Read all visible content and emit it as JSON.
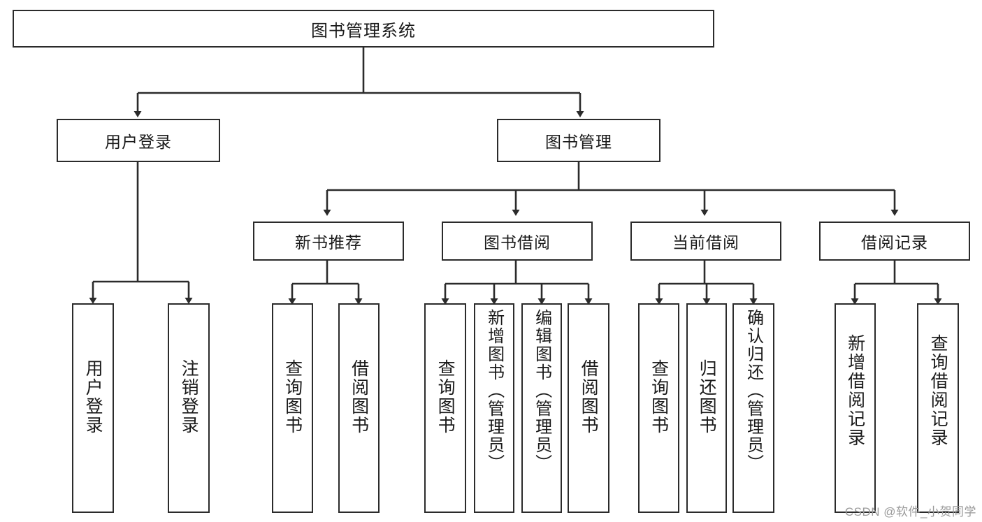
{
  "diagram": {
    "type": "tree-hierarchy",
    "title": "图书管理系统",
    "watermark": "CSDN @软件_小贺同学",
    "colors": {
      "box_border": "#2b2b2b",
      "box_fill": "#ffffff",
      "connector": "#2b2b2b",
      "text": "#1a1a1a",
      "watermark": "#9a9a9a",
      "background": "#ffffff"
    },
    "root": {
      "label": "图书管理系统"
    },
    "level2": [
      {
        "label": "用户登录"
      },
      {
        "label": "图书管理"
      }
    ],
    "level3": [
      {
        "label": "新书推荐"
      },
      {
        "label": "图书借阅"
      },
      {
        "label": "当前借阅"
      },
      {
        "label": "借阅记录"
      }
    ],
    "leaves": {
      "user_login": [
        {
          "label": "用户登录"
        },
        {
          "label": "注销登录"
        }
      ],
      "new_book_recommend": [
        {
          "label": "查询图书"
        },
        {
          "label": "借阅图书"
        }
      ],
      "book_borrow": [
        {
          "label": "查询图书"
        },
        {
          "label": "新增图书（管理员）"
        },
        {
          "label": "编辑图书（管理员）"
        },
        {
          "label": "借阅图书"
        }
      ],
      "current_borrow": [
        {
          "label": "查询图书"
        },
        {
          "label": "归还图书"
        },
        {
          "label": "确认归还（管理员）"
        }
      ],
      "borrow_record": [
        {
          "label": "新增借阅记录"
        },
        {
          "label": "查询借阅记录"
        }
      ]
    }
  }
}
